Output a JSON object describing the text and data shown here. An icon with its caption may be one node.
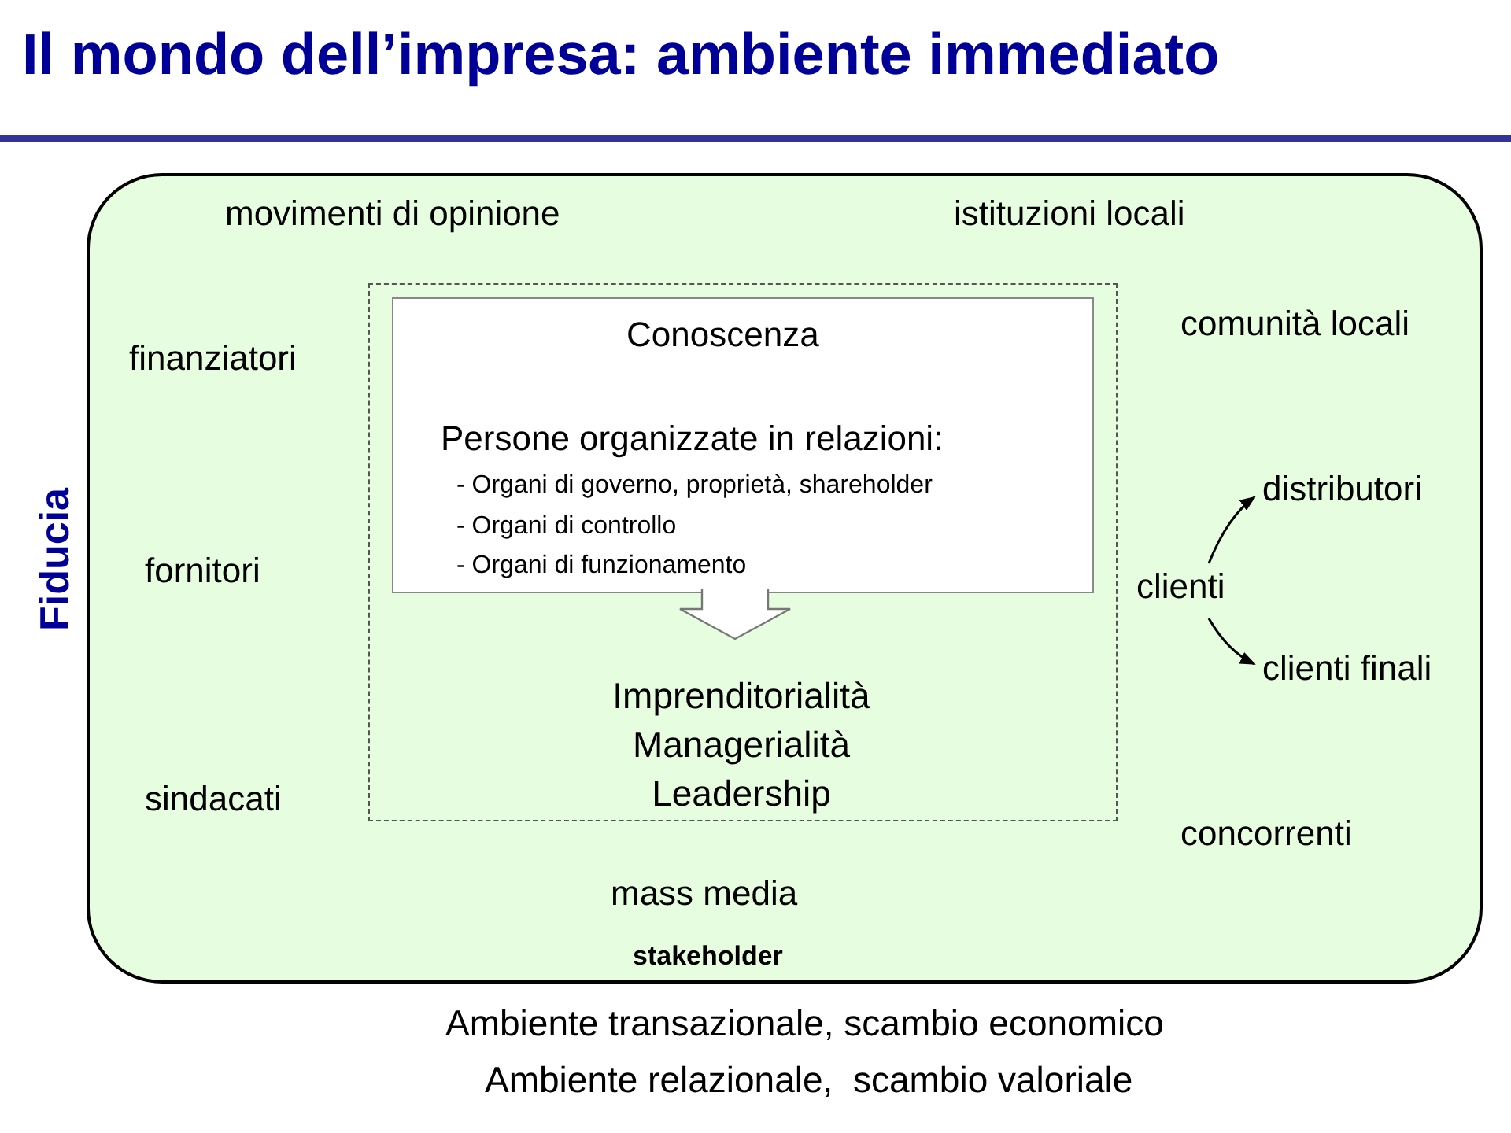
{
  "diagram": {
    "title": "Il mondo dell’impresa: ambiente immediato",
    "nodes": [
      {
        "text": [
          "stakeholder"
        ]
      },
      {
        "text": [],
        "shape": "box",
        "in": 0
      },
      {
        "text": [
          "Conoscenza",
          "Persone organizzate in relazioni:",
          "- Organi di governo, proprietà, shareholder",
          "- Organi di controllo",
          "- Organi di funzionamento"
        ],
        "in": 1
      },
      {
        "text": [
          "Imprenditorialità Managerialità Leadership"
        ],
        "in": 1
      },
      {
        "text": [
          "clienti"
        ],
        "in": 0
      },
      {
        "text": [
          "distributori"
        ],
        "in": 0
      },
      {
        "text": [
          "clienti finali"
        ],
        "in": 0
      }
    ],
    "edges": [
      {
        "from": 2,
        "to": 3,
        "arrow": "to"
      },
      {
        "from": 4,
        "to": 5,
        "arrow": "to"
      },
      {
        "from": 4,
        "to": 6,
        "arrow": "to"
      }
    ],
    "labels": [
      "movimenti di opinione",
      "istituzioni locali",
      "comunità locali",
      "finanziatori",
      "Fiducia",
      "fornitori",
      "sindacati",
      "concorrenti",
      "mass media",
      "Ambiente transazionale, scambio economico",
      "Ambiente relazionale,  scambio valoriale"
    ]
  }
}
